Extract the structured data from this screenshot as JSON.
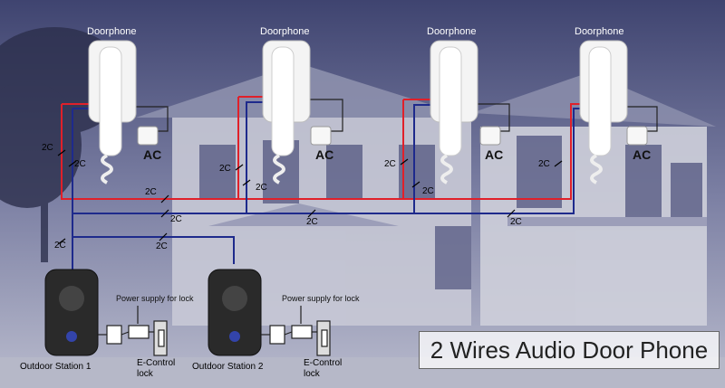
{
  "title": "2 Wires Audio Door Phone",
  "doorphones": [
    {
      "label": "Doorphone",
      "ac": "AC"
    },
    {
      "label": "Doorphone",
      "ac": "AC"
    },
    {
      "label": "Doorphone",
      "ac": "AC"
    },
    {
      "label": "Doorphone",
      "ac": "AC"
    }
  ],
  "wire_label": "2C",
  "stations": [
    {
      "name": "Outdoor Station 1",
      "power": "Power supply for lock",
      "lock_line1": "E-Control",
      "lock_line2": "lock"
    },
    {
      "name": "Outdoor  Station 2",
      "power": "Power supply for lock",
      "lock_line1": "E-Control",
      "lock_line2": "lock"
    }
  ],
  "colors": {
    "red_wire": "#e0202a",
    "blue_wire": "#1e2a8c",
    "black_wire": "#222222"
  }
}
